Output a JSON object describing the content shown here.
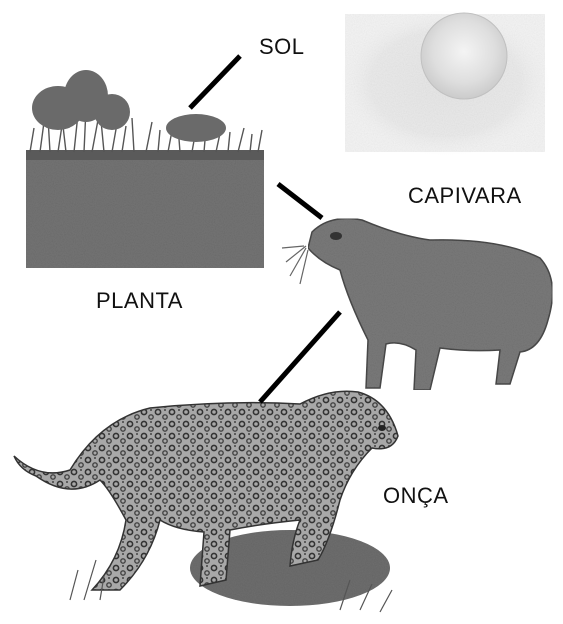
{
  "labels": {
    "sol": "SOL",
    "capivara": "CAPIVARA",
    "planta": "PLANTA",
    "onca": "ONÇA"
  },
  "colors": {
    "line": "#000000",
    "sun": "#d9d9d9",
    "soil": "#6e6e6e",
    "capybara": "#7a7a7a",
    "jaguar": "#9a9a9a"
  }
}
